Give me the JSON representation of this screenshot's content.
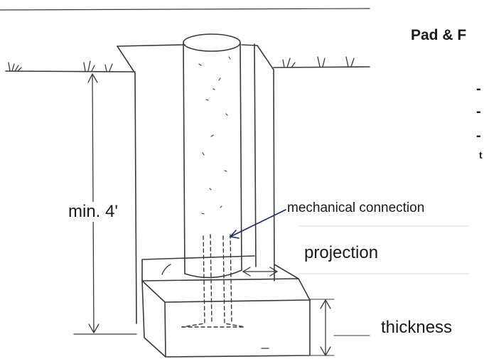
{
  "slide": {
    "title": "Pad & F",
    "bullets": [
      "-",
      "-",
      "-"
    ],
    "trailing_mark": "t"
  },
  "labels": {
    "depth": "min. 4'",
    "connection": "mechanical connection",
    "projection": "projection",
    "thickness": "thickness"
  },
  "colors": {
    "sketch_ink": "#3a3a3a",
    "arrow_line": "#1c2a5a",
    "background": "#ffffff"
  }
}
